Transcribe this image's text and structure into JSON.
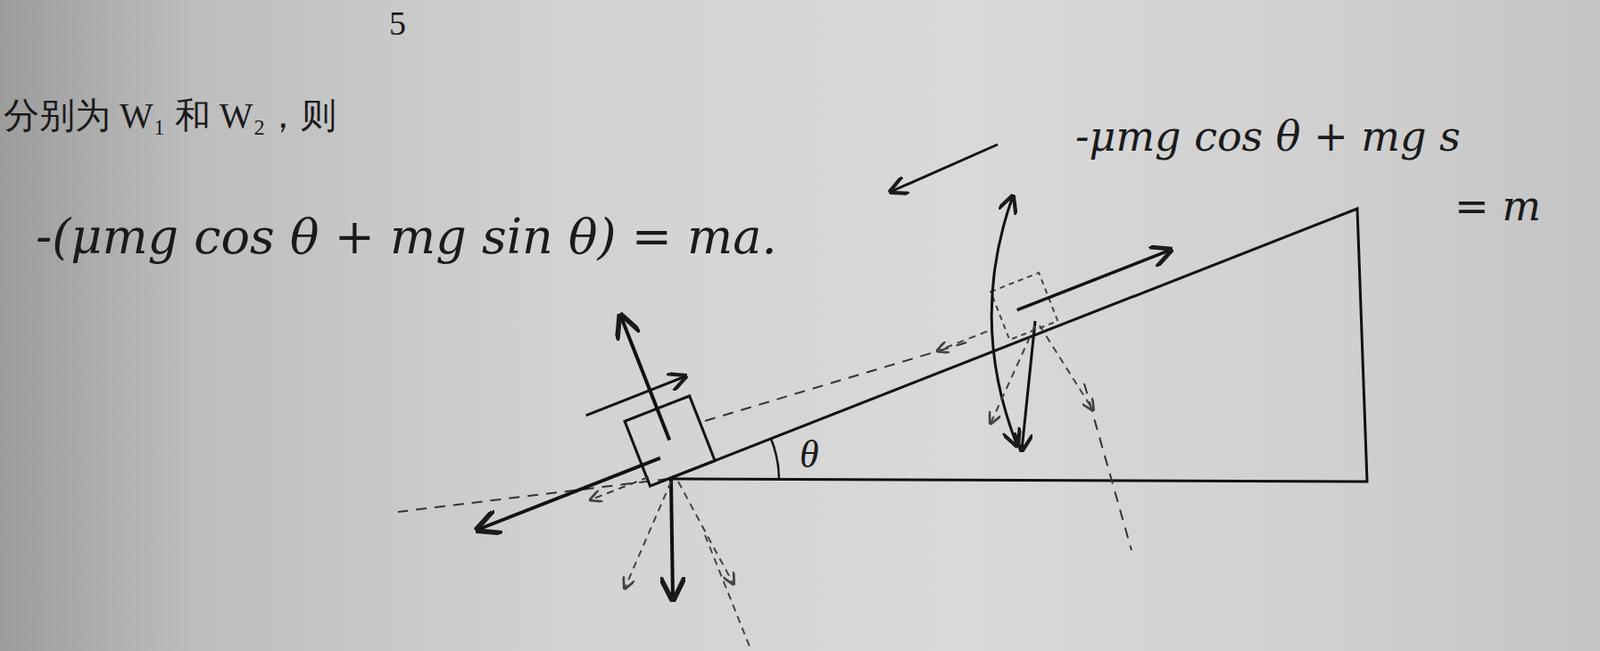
{
  "diagram": {
    "labels": [
      "5",
      "分别为 W₁ 和 W₂，则",
      "-(μmg cos θ + mg sin θ) = ma.",
      "-μmg cos θ + mg s",
      "= m",
      "θ"
    ]
  }
}
